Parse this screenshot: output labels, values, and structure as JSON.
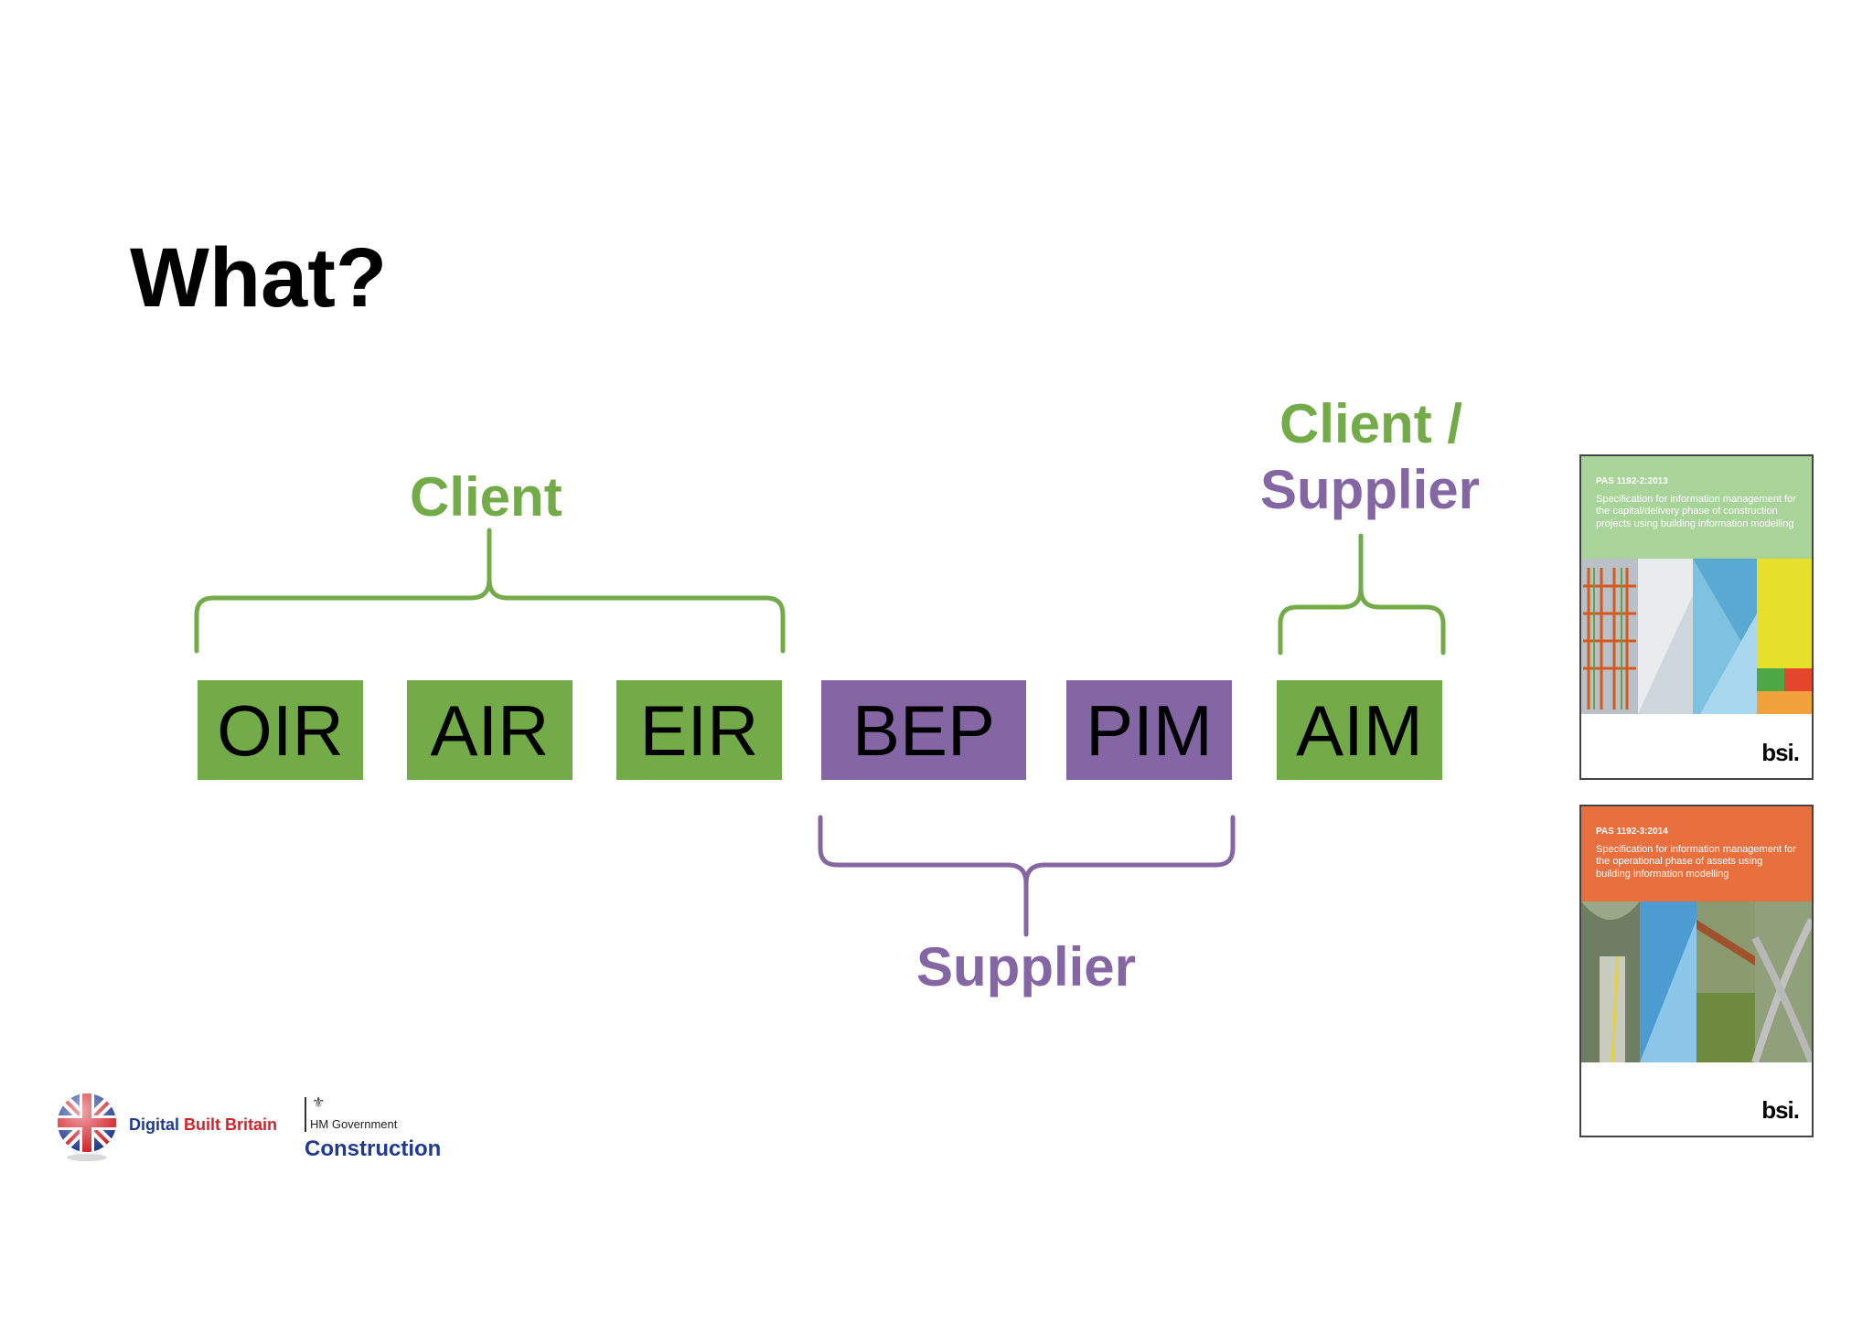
{
  "slide": {
    "title": "What?"
  },
  "labels": {
    "client": "Client",
    "client_slash": "Client /",
    "supplier_top": "Supplier",
    "supplier_bottom": "Supplier"
  },
  "boxes": [
    {
      "label": "OIR",
      "color": "#72ab47",
      "group": "client"
    },
    {
      "label": "AIR",
      "color": "#72ab47",
      "group": "client"
    },
    {
      "label": "EIR",
      "color": "#72ab47",
      "group": "client"
    },
    {
      "label": "BEP",
      "color": "#8466a4",
      "group": "supplier"
    },
    {
      "label": "PIM",
      "color": "#8466a4",
      "group": "supplier"
    },
    {
      "label": "AIM",
      "color": "#72ab47",
      "group": "client-supplier"
    }
  ],
  "colors": {
    "client_green": "#72ab47",
    "supplier_purple": "#8466a4"
  },
  "documents": [
    {
      "code": "PAS 1192-2:2013",
      "subtitle": "Specification for information management for the capital/delivery phase of construction projects using building information modelling",
      "header_color": "#a8d49a",
      "publisher": "bsi."
    },
    {
      "code": "PAS 1192-3:2014",
      "subtitle": "Specification for information management for the operational phase of assets using building information modelling",
      "header_color": "#e8703f",
      "publisher": "bsi."
    }
  ],
  "logos": {
    "dbb_part1": "Digital",
    "dbb_part2": "Built",
    "dbb_part3": "Britain",
    "hmg": "HM Government",
    "construction": "Construction"
  }
}
